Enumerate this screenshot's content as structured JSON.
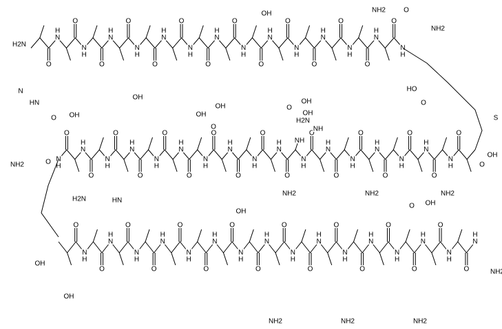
{
  "diagram": {
    "type": "peptide-structure",
    "backbone_labels": {
      "amide_n": "N",
      "amide_h": "H",
      "carbonyl_o": "O"
    },
    "side_labels": [
      "H2N",
      "N",
      "HN",
      "O",
      "OH",
      "OH",
      "OH",
      "OH",
      "O",
      "OH",
      "OH",
      "NH2",
      "O",
      "NH2",
      "S",
      "HO",
      "O",
      "NH2",
      "O",
      "H2N",
      "HN",
      "OH",
      "O",
      "H2N",
      "NH",
      "NH",
      "O",
      "OH",
      "O",
      "OH",
      "OH",
      "OH",
      "OH",
      "NH2",
      "NH2",
      "NH2",
      "NH2",
      "NH2",
      "NH2",
      "NH2"
    ]
  }
}
